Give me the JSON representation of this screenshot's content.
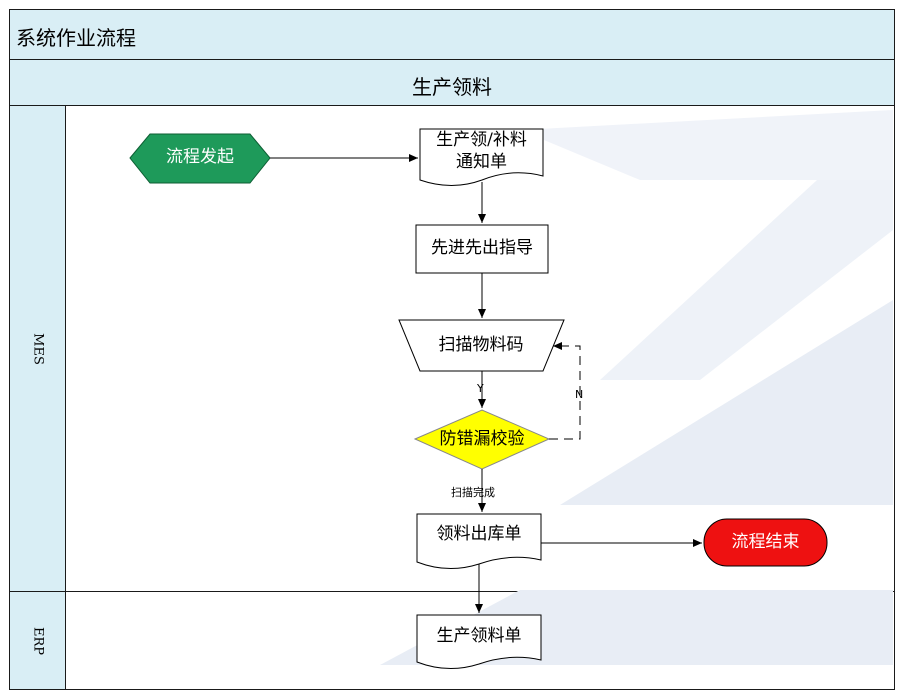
{
  "header": {
    "title": "系统作业流程",
    "process": "生产领料"
  },
  "lanes": {
    "mes": "MES",
    "erp": "ERP"
  },
  "nodes": {
    "start": "流程发起",
    "notice_line1": "生产领/补料",
    "notice_line2": "通知单",
    "fifo": "先进先出指导",
    "scan": "扫描物料码",
    "check": "防错漏校验",
    "outbound": "领料出库单",
    "end": "流程结束",
    "erp_doc": "生产领料单"
  },
  "edges": {
    "yes": "Y",
    "no": "N",
    "scan_done": "扫描完成"
  },
  "colors": {
    "header_bg": "#d9eef5",
    "start_fill": "#1e9a5a",
    "decision_fill": "#ffff00",
    "end_fill": "#ee1111",
    "watermark": "#e6ebf3"
  }
}
